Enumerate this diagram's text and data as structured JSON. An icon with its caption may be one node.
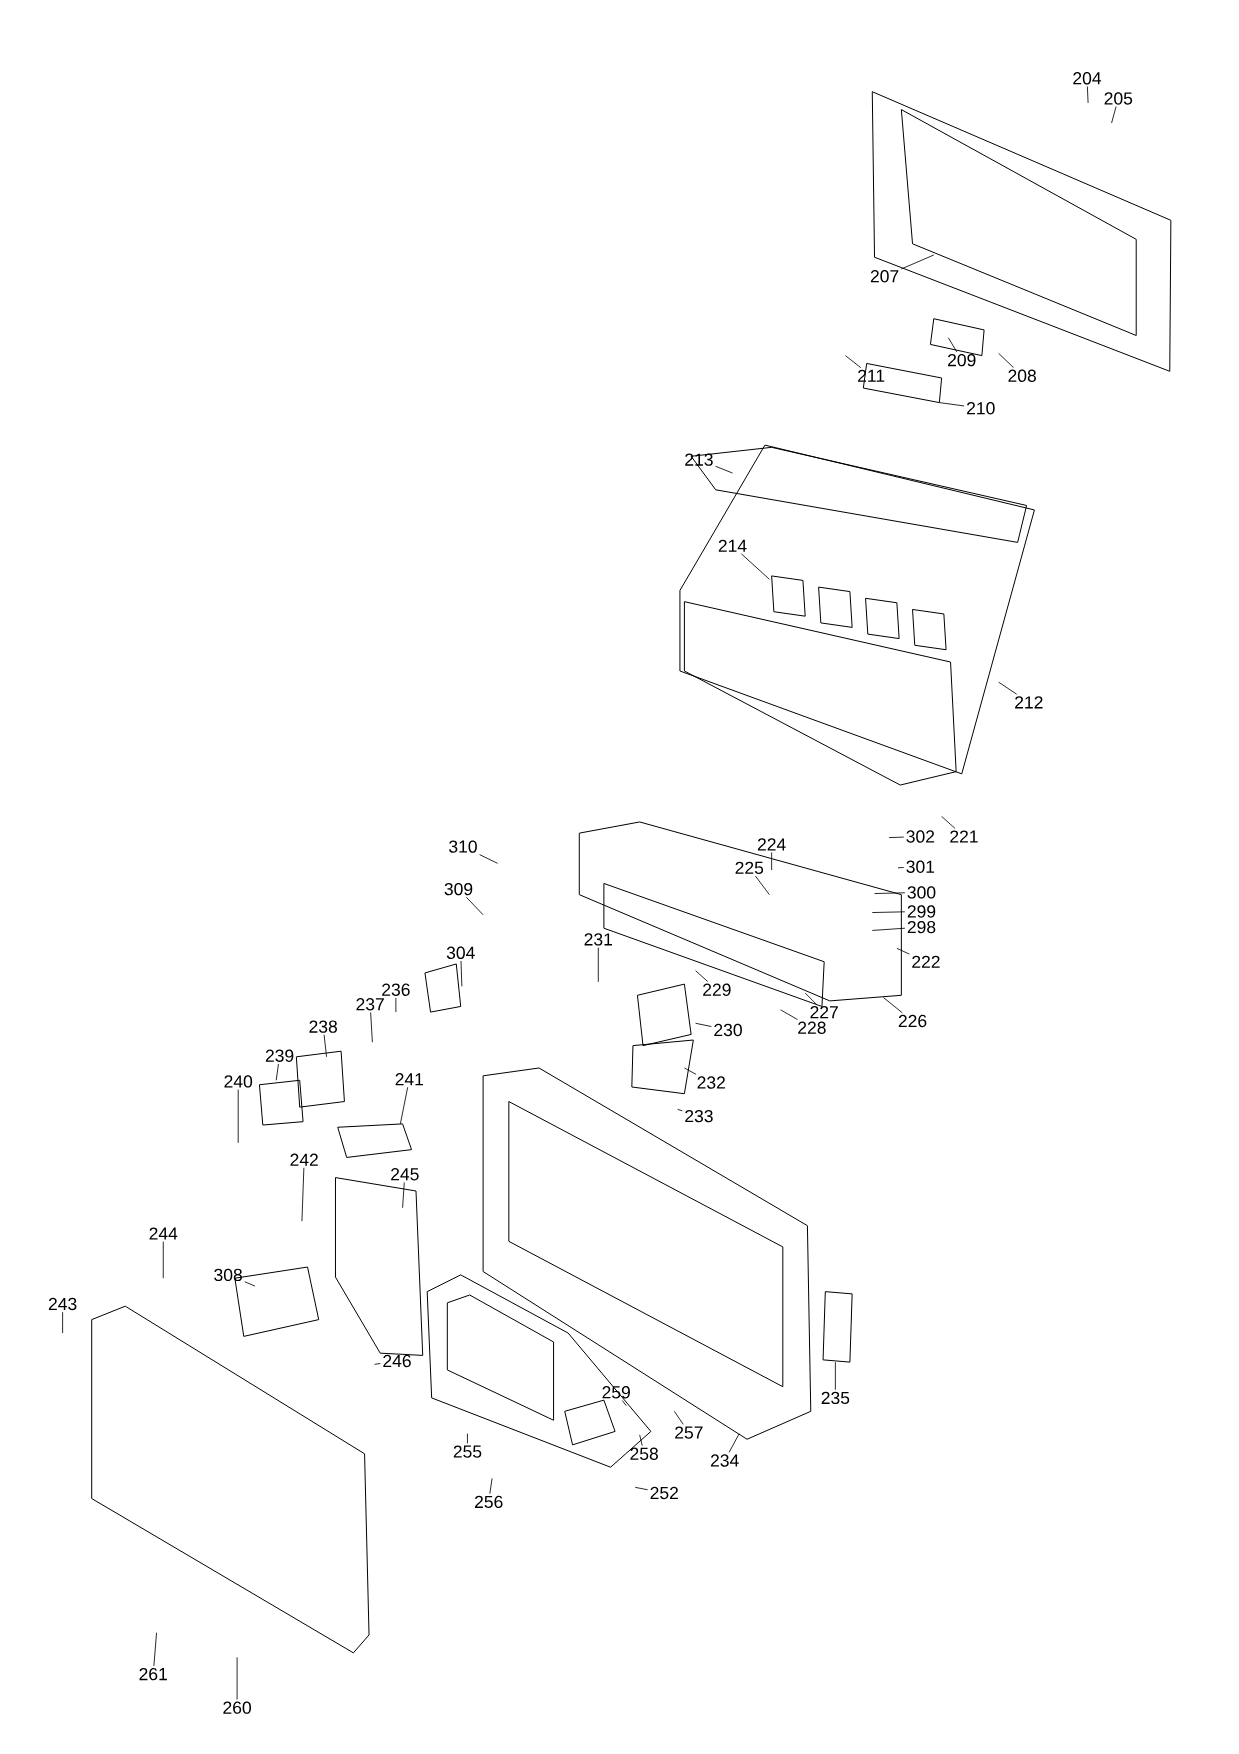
{
  "diagram": {
    "nodes": [
      {
        "text": [
          "204"
        ]
      },
      {
        "text": [
          "205"
        ]
      },
      {
        "text": [
          "207"
        ]
      },
      {
        "text": [
          "209"
        ]
      },
      {
        "text": [
          "208"
        ]
      },
      {
        "text": [
          "211"
        ]
      },
      {
        "text": [
          "210"
        ]
      },
      {
        "text": [
          "213"
        ]
      },
      {
        "text": [
          "214"
        ]
      },
      {
        "text": [
          "212"
        ]
      },
      {
        "text": [
          "221"
        ]
      },
      {
        "text": [
          "302"
        ]
      },
      {
        "text": [
          "224"
        ]
      },
      {
        "text": [
          "301"
        ]
      },
      {
        "text": [
          "310"
        ]
      },
      {
        "text": [
          "225"
        ]
      },
      {
        "text": [
          "300"
        ]
      },
      {
        "text": [
          "299"
        ]
      },
      {
        "text": [
          "298"
        ]
      },
      {
        "text": [
          "309"
        ]
      },
      {
        "text": [
          "222"
        ]
      },
      {
        "text": [
          "231"
        ]
      },
      {
        "text": [
          "304"
        ]
      },
      {
        "text": [
          "229"
        ]
      },
      {
        "text": [
          "236"
        ]
      },
      {
        "text": [
          "237"
        ]
      },
      {
        "text": [
          "227"
        ]
      },
      {
        "text": [
          "230"
        ]
      },
      {
        "text": [
          "228"
        ]
      },
      {
        "text": [
          "226"
        ]
      },
      {
        "text": [
          "238"
        ]
      },
      {
        "text": [
          "239"
        ]
      },
      {
        "text": [
          "241"
        ]
      },
      {
        "text": [
          "240"
        ]
      },
      {
        "text": [
          "232"
        ]
      },
      {
        "text": [
          "233"
        ]
      },
      {
        "text": [
          "242"
        ]
      },
      {
        "text": [
          "245"
        ]
      },
      {
        "text": [
          "244"
        ]
      },
      {
        "text": [
          "308"
        ]
      },
      {
        "text": [
          "243"
        ]
      },
      {
        "text": [
          "235"
        ]
      },
      {
        "text": [
          "259"
        ]
      },
      {
        "text": [
          "246"
        ]
      },
      {
        "text": [
          "257"
        ]
      },
      {
        "text": [
          "258"
        ]
      },
      {
        "text": [
          "234"
        ]
      },
      {
        "text": [
          "255"
        ]
      },
      {
        "text": [
          "252"
        ]
      },
      {
        "text": [
          "256"
        ]
      },
      {
        "text": [
          "261"
        ]
      },
      {
        "text": [
          "260"
        ]
      }
    ],
    "edges": [
      {
        "from": 0,
        "to": null,
        "arrow": "none"
      },
      {
        "from": 1,
        "to": null,
        "arrow": "none"
      },
      {
        "from": 2,
        "to": null,
        "arrow": "none"
      },
      {
        "from": 3,
        "to": null,
        "arrow": "none"
      },
      {
        "from": 4,
        "to": null,
        "arrow": "none"
      },
      {
        "from": 5,
        "to": null,
        "arrow": "none"
      },
      {
        "from": 6,
        "to": null,
        "arrow": "none"
      },
      {
        "from": 7,
        "to": null,
        "arrow": "none"
      },
      {
        "from": 8,
        "to": null,
        "arrow": "none"
      },
      {
        "from": 9,
        "to": null,
        "arrow": "none"
      },
      {
        "from": 10,
        "to": null,
        "arrow": "none"
      },
      {
        "from": 11,
        "to": null,
        "arrow": "none"
      },
      {
        "from": 12,
        "to": null,
        "arrow": "none"
      },
      {
        "from": 13,
        "to": null,
        "arrow": "none"
      },
      {
        "from": 14,
        "to": null,
        "arrow": "none"
      },
      {
        "from": 15,
        "to": null,
        "arrow": "none"
      },
      {
        "from": 16,
        "to": null,
        "arrow": "none"
      },
      {
        "from": 17,
        "to": null,
        "arrow": "none"
      },
      {
        "from": 18,
        "to": null,
        "arrow": "none"
      },
      {
        "from": 19,
        "to": null,
        "arrow": "none"
      },
      {
        "from": 20,
        "to": null,
        "arrow": "none"
      },
      {
        "from": 21,
        "to": null,
        "arrow": "none"
      },
      {
        "from": 22,
        "to": null,
        "arrow": "none"
      },
      {
        "from": 23,
        "to": null,
        "arrow": "none"
      },
      {
        "from": 24,
        "to": null,
        "arrow": "none"
      },
      {
        "from": 25,
        "to": null,
        "arrow": "none"
      },
      {
        "from": 26,
        "to": null,
        "arrow": "none"
      },
      {
        "from": 27,
        "to": null,
        "arrow": "none"
      },
      {
        "from": 28,
        "to": null,
        "arrow": "none"
      },
      {
        "from": 29,
        "to": null,
        "arrow": "none"
      },
      {
        "from": 30,
        "to": null,
        "arrow": "none"
      },
      {
        "from": 31,
        "to": null,
        "arrow": "none"
      },
      {
        "from": 32,
        "to": null,
        "arrow": "none"
      },
      {
        "from": 33,
        "to": null,
        "arrow": "none"
      },
      {
        "from": 34,
        "to": null,
        "arrow": "none"
      },
      {
        "from": 35,
        "to": null,
        "arrow": "none"
      },
      {
        "from": 36,
        "to": null,
        "arrow": "none"
      },
      {
        "from": 37,
        "to": null,
        "arrow": "none"
      },
      {
        "from": 38,
        "to": null,
        "arrow": "none"
      },
      {
        "from": 39,
        "to": null,
        "arrow": "none"
      },
      {
        "from": 40,
        "to": null,
        "arrow": "none"
      },
      {
        "from": 41,
        "to": null,
        "arrow": "none"
      },
      {
        "from": 42,
        "to": null,
        "arrow": "none"
      },
      {
        "from": 43,
        "to": null,
        "arrow": "none"
      },
      {
        "from": 44,
        "to": null,
        "arrow": "none"
      },
      {
        "from": 45,
        "to": null,
        "arrow": "none"
      },
      {
        "from": 46,
        "to": null,
        "arrow": "none"
      },
      {
        "from": 47,
        "to": null,
        "arrow": "none"
      },
      {
        "from": 48,
        "to": null,
        "arrow": "none"
      },
      {
        "from": 49,
        "to": null,
        "arrow": "none"
      },
      {
        "from": 50,
        "to": null,
        "arrow": "none"
      },
      {
        "from": 51,
        "to": null,
        "arrow": "none"
      }
    ]
  }
}
